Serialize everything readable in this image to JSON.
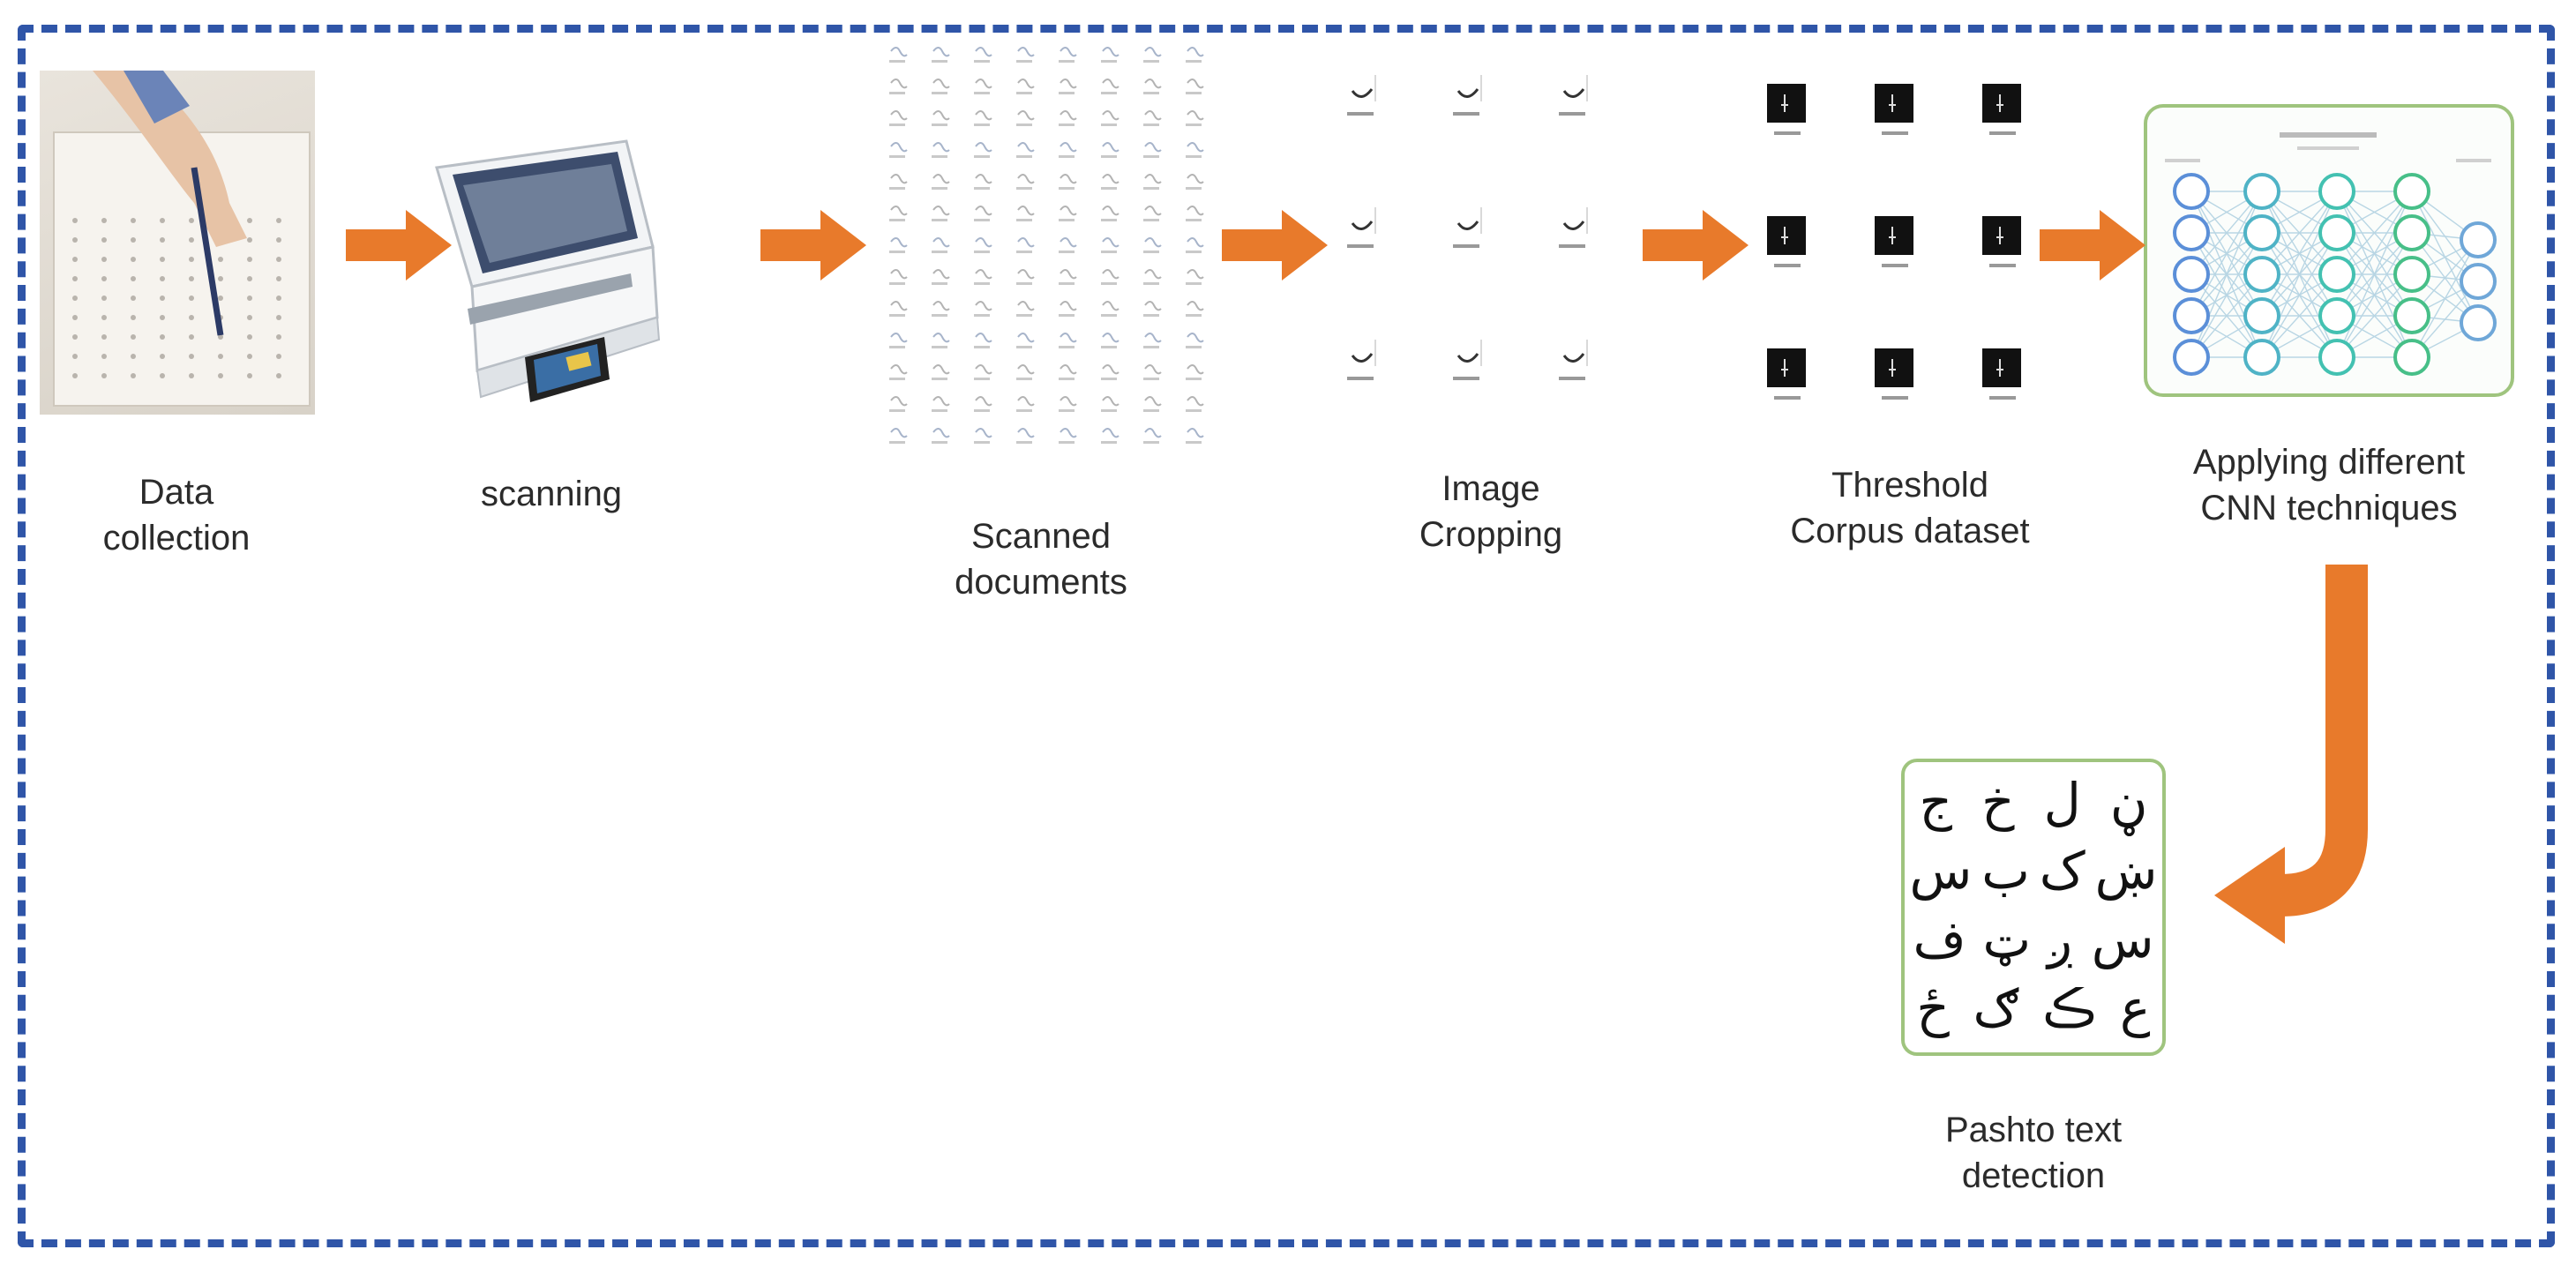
{
  "title": "",
  "colors": {
    "frame": "#2f55a8",
    "arrow": "#e87a2b",
    "panel_border": "#9fc47e"
  },
  "stages": [
    {
      "id": "data-collection",
      "label_lines": [
        "Data",
        "collection"
      ],
      "icon": "handwriting-photo"
    },
    {
      "id": "scanning",
      "label_lines": [
        "scanning"
      ],
      "icon": "flatbed-scanner-icon"
    },
    {
      "id": "scanned-documents",
      "label_lines": [
        "Scanned",
        "documents"
      ],
      "icon": "scanned-sheet"
    },
    {
      "id": "image-cropping",
      "label_lines": [
        "Image",
        "Cropping"
      ],
      "icon": "cropped-character-grid"
    },
    {
      "id": "threshold-corpus",
      "label_lines": [
        "Threshold",
        "Corpus dataset"
      ],
      "icon": "binary-character-grid"
    },
    {
      "id": "cnn-techniques",
      "label_lines": [
        "Applying different",
        "CNN techniques"
      ],
      "icon": "neural-network-icon"
    },
    {
      "id": "pashto-detection",
      "label_lines": [
        "Pashto text",
        "detection"
      ],
      "icon": "pashto-characters"
    }
  ],
  "pashto_glyphs": [
    [
      "ج",
      "خ",
      "ل",
      "ڼ"
    ],
    [
      "س",
      "ب",
      "ک",
      "ښ"
    ],
    [
      "ف",
      "ټ",
      "ږ",
      "س"
    ],
    [
      "ځ",
      "ګ",
      "ڪ",
      "ع"
    ]
  ]
}
